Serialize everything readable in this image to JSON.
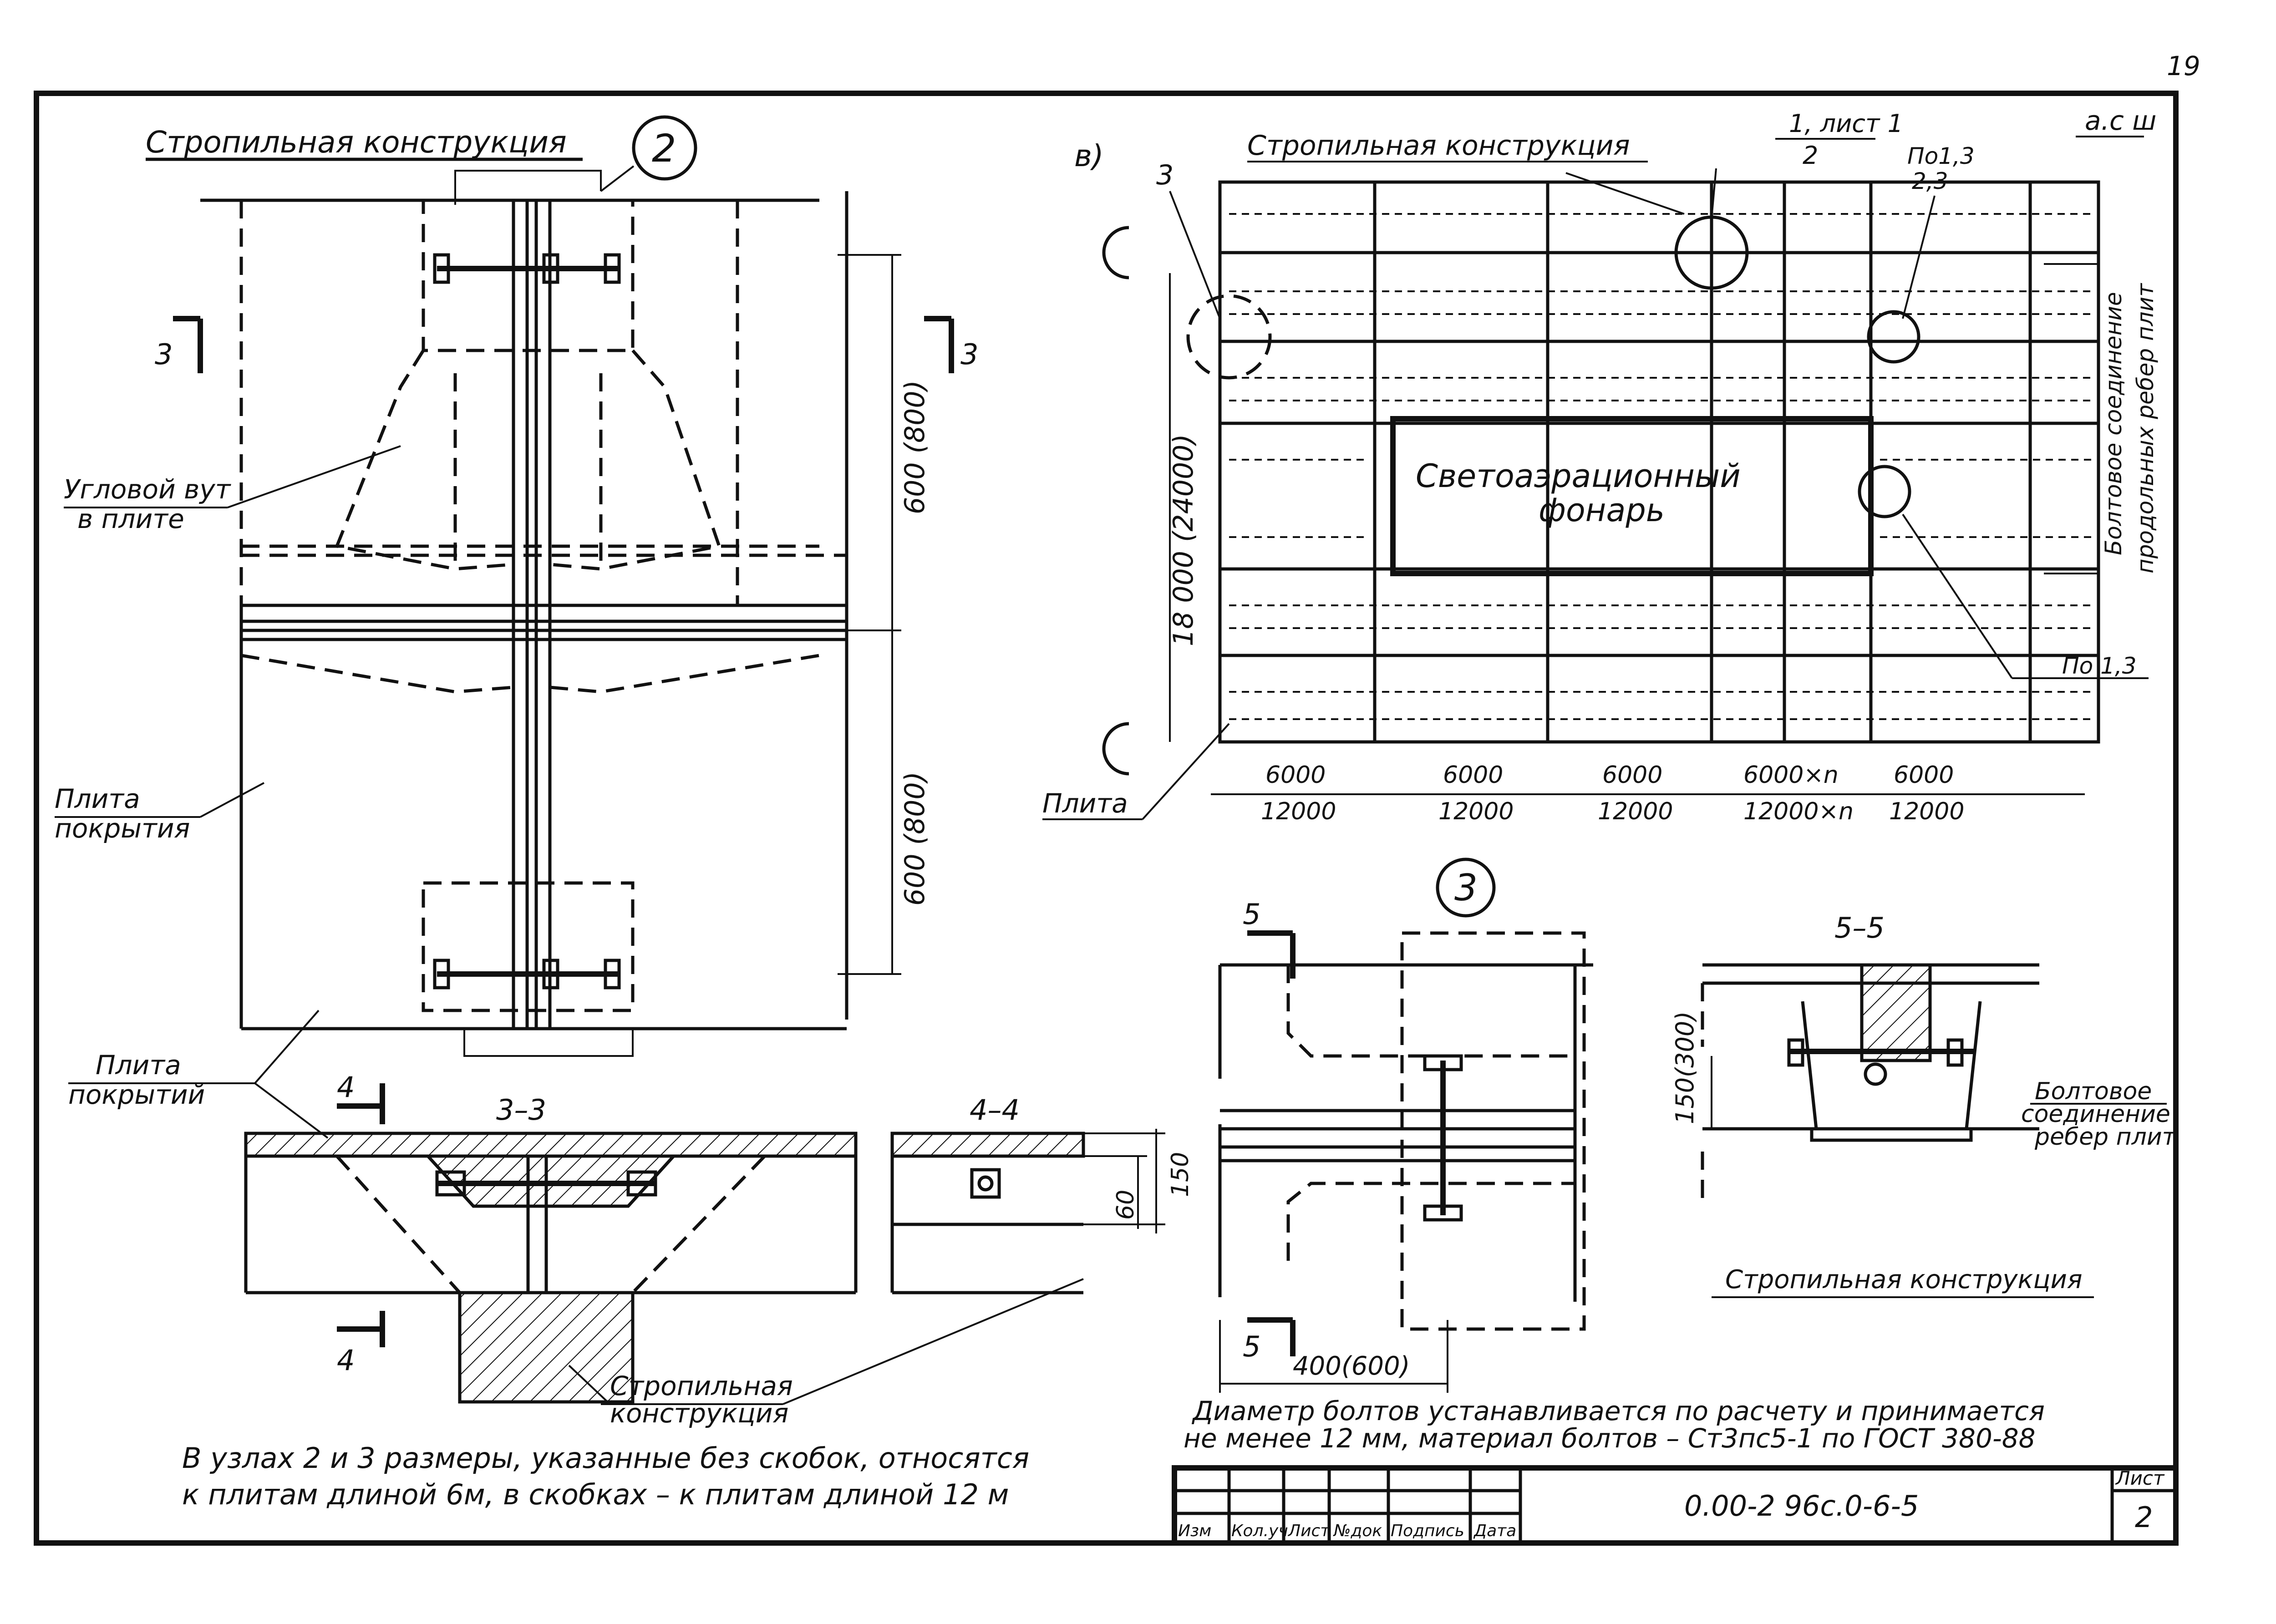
{
  "sheet_number": "19",
  "node2": {
    "marker": "2",
    "title": "Стропильная конструкция",
    "label_corner_haunch": [
      "Угловой вут",
      "в плите"
    ],
    "label_slab": [
      "Плита",
      "покрытия"
    ],
    "dim_upper": "600 (800)",
    "dim_lower": "600 (800)",
    "cut_mark": "3"
  },
  "section_3_3": {
    "title": "3–3",
    "slab_label": [
      "Плита",
      "покрытий"
    ],
    "truss_label": [
      "Стропильная",
      "конструкция"
    ],
    "cut_mark": "4"
  },
  "section_4_4": {
    "title": "4–4",
    "dim_60": "60",
    "dim_150": "150"
  },
  "plan_v": {
    "marker": "в)",
    "title": "Стропильная конструкция",
    "axis_label": "а.с ш",
    "callout_1": [
      "1, лист 1",
      "2"
    ],
    "callout_3": "3",
    "callout_po13": [
      "По1,3",
      "2,3"
    ],
    "callout_po13_bottom": "По 1,3",
    "vertical_note": [
      "Болтовое соединение",
      "продольных ребер плит"
    ],
    "lantern": [
      "Светоаэрационный",
      "фонарь"
    ],
    "dim_height": "18 000 (24000)",
    "slab_label": "Плита",
    "spans_top": [
      "6000",
      "6000",
      "6000",
      "6000×n",
      "6000"
    ],
    "spans_bottom": [
      "12000",
      "12000",
      "12000",
      "12000×n",
      "12000"
    ]
  },
  "node3": {
    "marker": "3",
    "cut_mark": "5",
    "dim_bottom": "400(600)"
  },
  "section_5_5": {
    "title": "5–5",
    "dim_vertical": "150(300)",
    "bolt_label": [
      "Болтовое",
      "соединение",
      "ребер плит"
    ],
    "truss_label": "Стропильная конструкция"
  },
  "notes": {
    "left": [
      "В узлах 2 и 3 размеры, указанные без скобок, относятся",
      "к плитам длиной 6м, в скобках – к плитам длиной 12 м"
    ],
    "right": [
      "Диаметр болтов устанавливается по расчету и принимается",
      "не менее 12 мм, материал болтов – Ст3пс5-1 по ГОСТ 380-88"
    ]
  },
  "title_block": {
    "columns": [
      "Изм",
      "Кол.уч",
      "Лист",
      "№док",
      "Подпись",
      "Дата"
    ],
    "code": "0.00-2 96с.0-6-5",
    "sheet_label": "Лист",
    "sheet_value": "2"
  }
}
